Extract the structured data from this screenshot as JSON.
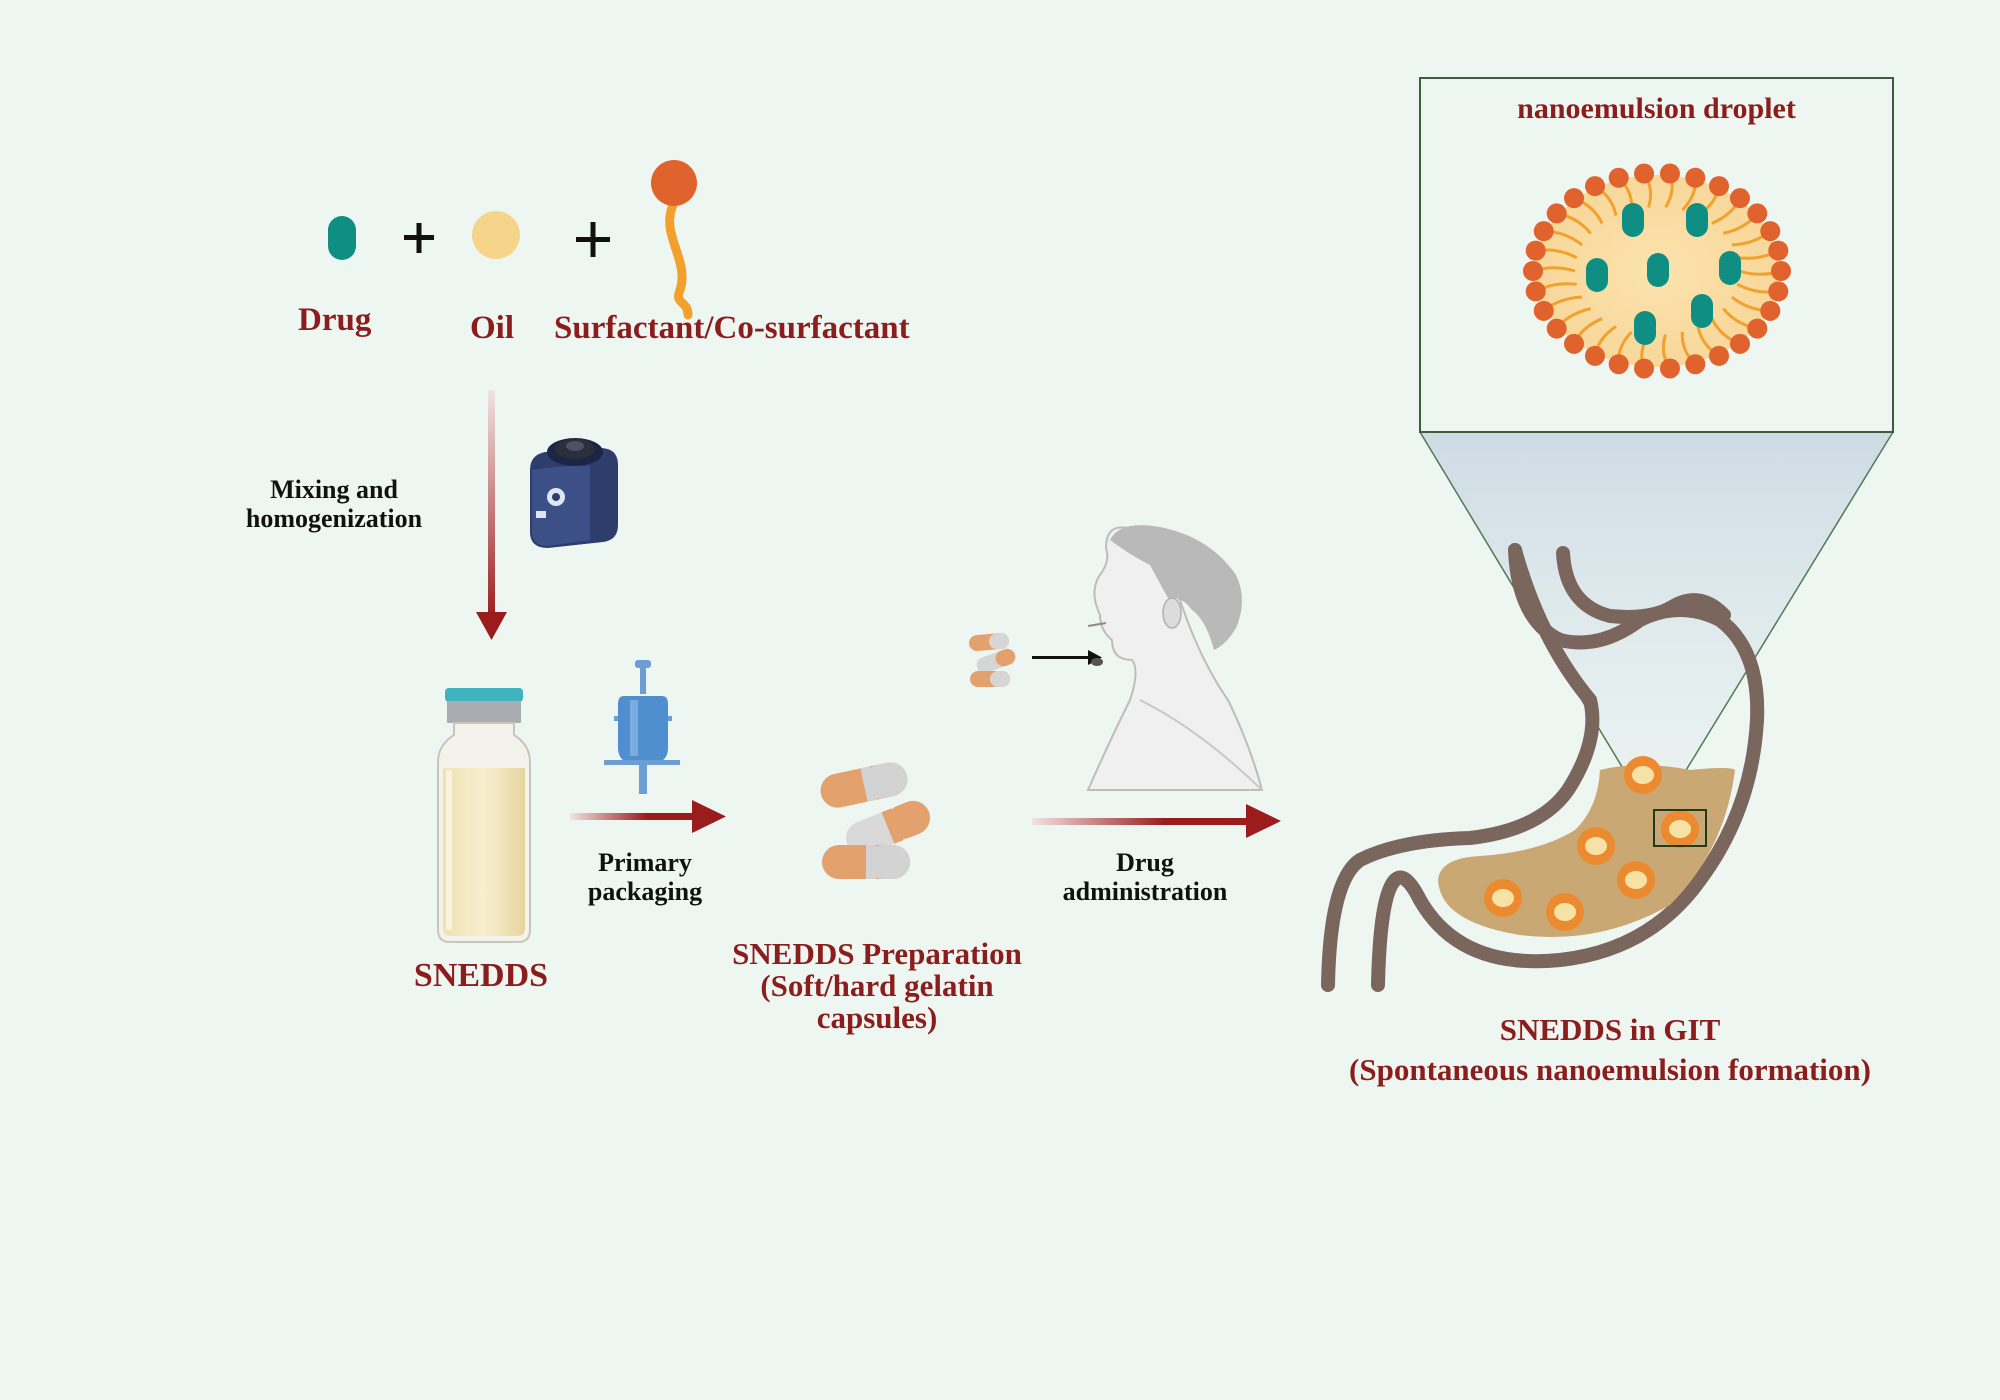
{
  "ingredients": {
    "drug": "Drug",
    "oil": "Oil",
    "surfactant": "Surfactant/Co-surfactant"
  },
  "steps": {
    "mixing": [
      "Mixing and",
      "homogenization"
    ],
    "packaging": [
      "Primary",
      "packaging"
    ],
    "administration": [
      "Drug",
      "administration"
    ]
  },
  "products": {
    "snedds": "SNEDDS",
    "preparation": [
      "SNEDDS Preparation",
      "(Soft/hard gelatin",
      "capsules)"
    ],
    "git": [
      "SNEDDS in GIT",
      "(Spontaneous nanoemulsion formation)"
    ]
  },
  "inset": {
    "title": "nanoemulsion droplet"
  },
  "colors": {
    "label_red": "#8c1d1d",
    "drug_teal": "#0f8f83",
    "oil_yellow": "#f5d58a",
    "surfactant_head": "#e0622c",
    "surfactant_tail": "#f2a12c",
    "arrow_red": "#9b1c1c",
    "stomach_wall": "#7a665d"
  }
}
